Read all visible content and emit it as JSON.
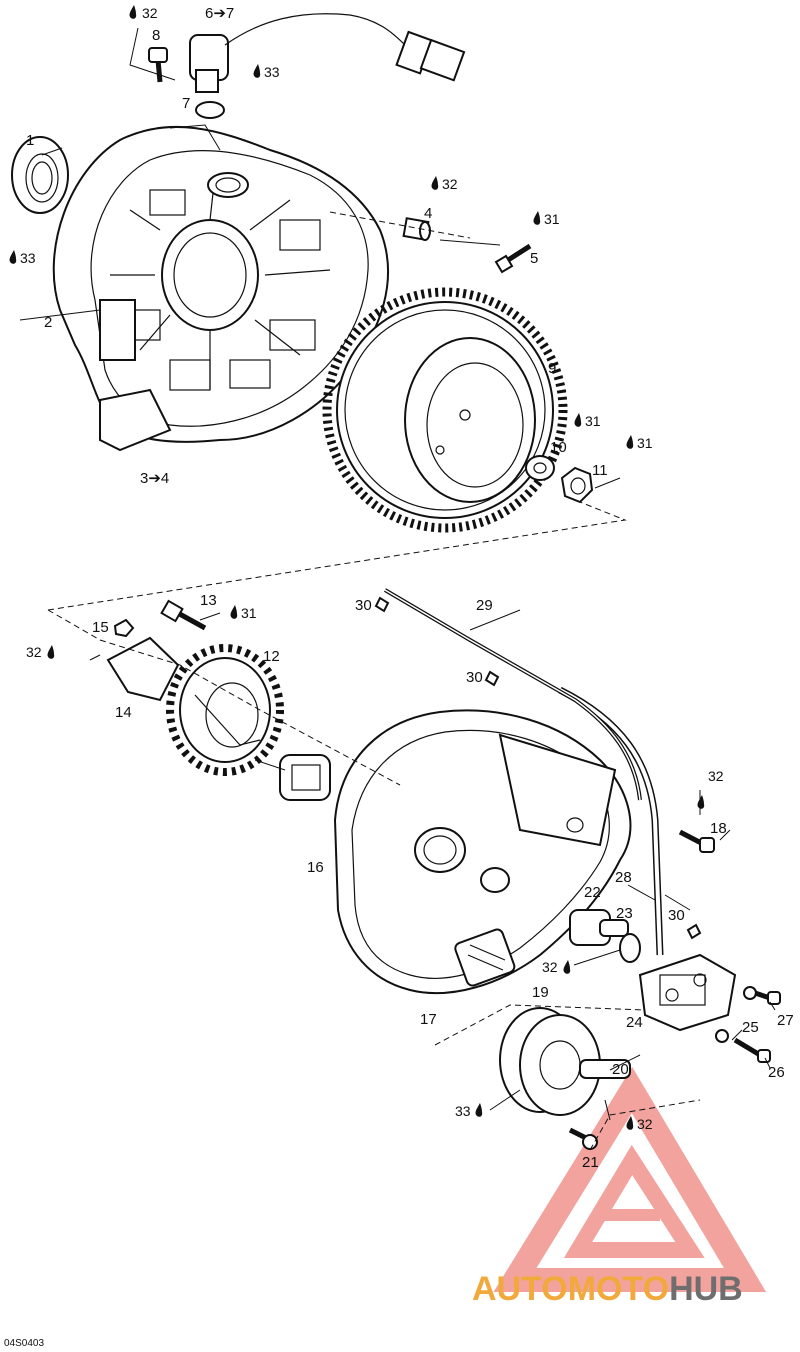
{
  "callouts": {
    "c1": "1",
    "c2": "2",
    "c3": "3➔4",
    "c4": "4",
    "c5": "5",
    "c6": "6➔7",
    "c7": "7",
    "c8": "8",
    "c9": "9",
    "c10": "10",
    "c11": "11",
    "c12": "12",
    "c13": "13",
    "c14": "14",
    "c15": "15",
    "c16": "16",
    "c17": "17",
    "c18": "18",
    "c19": "19",
    "c20": "20",
    "c21": "21",
    "c22": "22",
    "c23": "23",
    "c24": "24",
    "c25": "25",
    "c26": "26",
    "c27": "27",
    "c28": "28",
    "c29": "29",
    "c30a": "30",
    "c30b": "30",
    "c30c": "30"
  },
  "lubricants": {
    "l32_top": "32",
    "l33_sensor": "33",
    "l33_seal": "33",
    "l32_dowel": "32",
    "l31_bolt5": "31",
    "l31_flywheel": "31",
    "l31_nut": "31",
    "l31_bolt13": "31",
    "l32_clamp": "32",
    "l32_bolt18": "32",
    "l32_oring": "32",
    "l33_cover": "33",
    "l32_screw21": "32"
  },
  "diagram_code": "04S0403",
  "watermark": {
    "brand_a": "AUTOMOTO",
    "brand_b": "HUB",
    "color_a": "#f2a93b",
    "color_b": "#6e6e6e",
    "logo_color": "#e8584f"
  }
}
